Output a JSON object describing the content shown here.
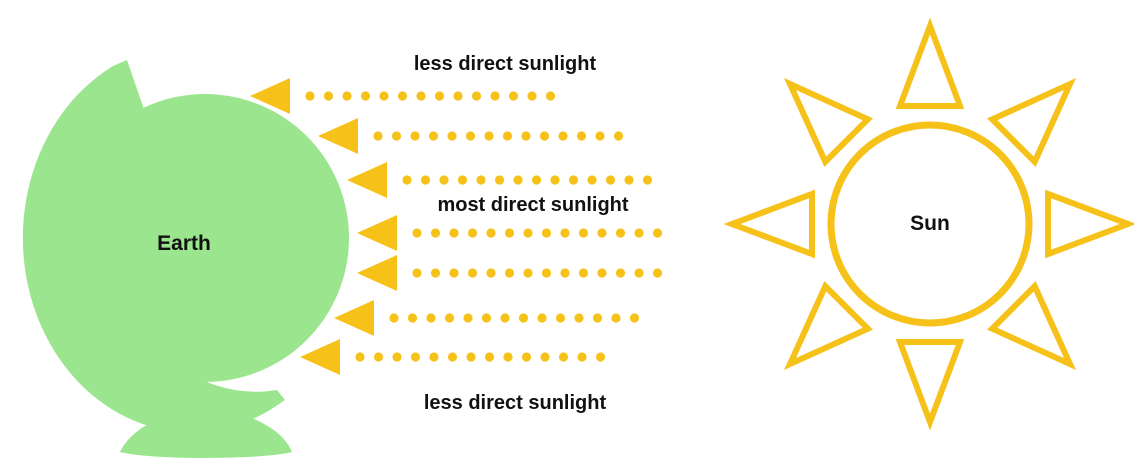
{
  "labels": {
    "earth": "Earth",
    "sun": "Sun",
    "top_rays": "less direct sunlight",
    "middle_rays": "most direct sunlight",
    "bottom_rays": "less direct sunlight"
  },
  "colors": {
    "earth": "#9be58e",
    "rays": "#f6c21a",
    "sun": "#f6c21a",
    "text": "#111111",
    "background": "#ffffff"
  },
  "rays": {
    "count": 7
  }
}
